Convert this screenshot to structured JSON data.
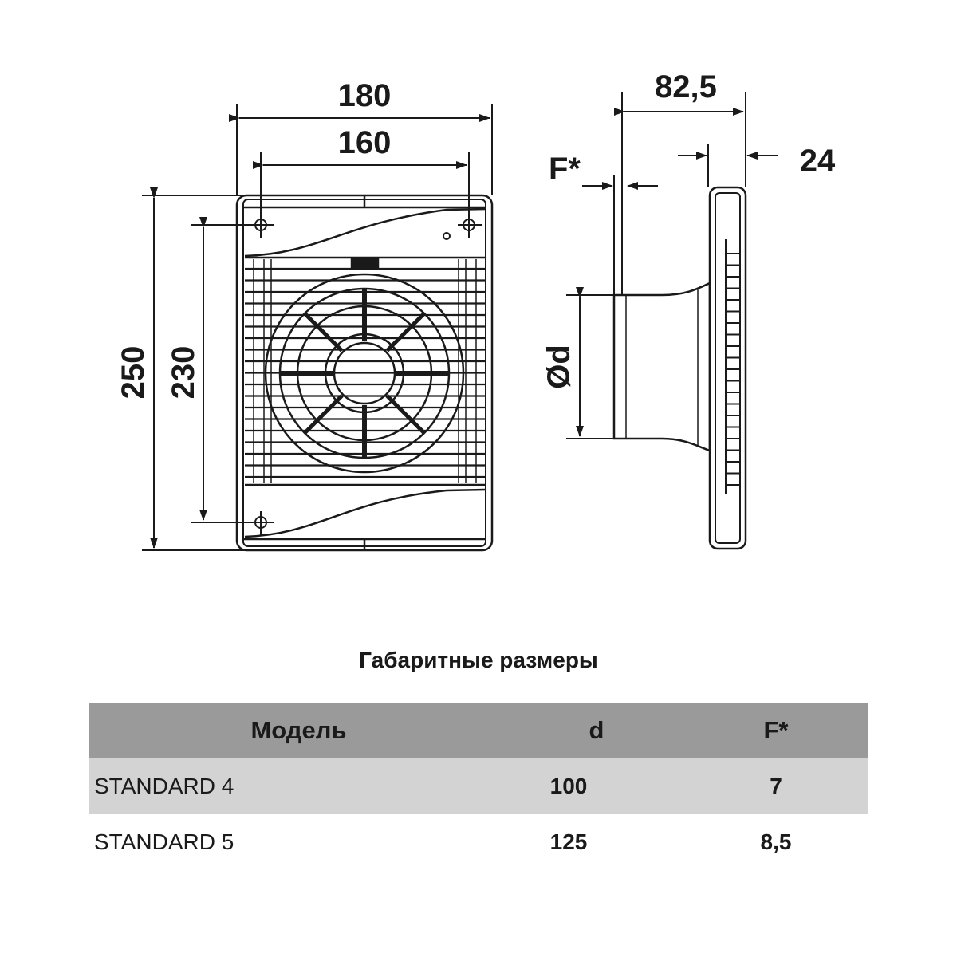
{
  "drawing": {
    "dimensions": {
      "width_outer": "180",
      "width_holes": "160",
      "height_outer": "250",
      "height_holes": "230",
      "depth": "82,5",
      "plate_thickness": "24",
      "gap": "F*",
      "diameter": "Ød"
    }
  },
  "table": {
    "title": "Габаритные размеры",
    "headers": [
      "Модель",
      "d",
      "F*"
    ],
    "rows": [
      [
        "STANDARD 4",
        "100",
        "7"
      ],
      [
        "STANDARD 5",
        "125",
        "8,5"
      ]
    ],
    "colors": {
      "header_bg": "#9a9a9a",
      "row_alt_bg": "#d3d3d3"
    }
  }
}
